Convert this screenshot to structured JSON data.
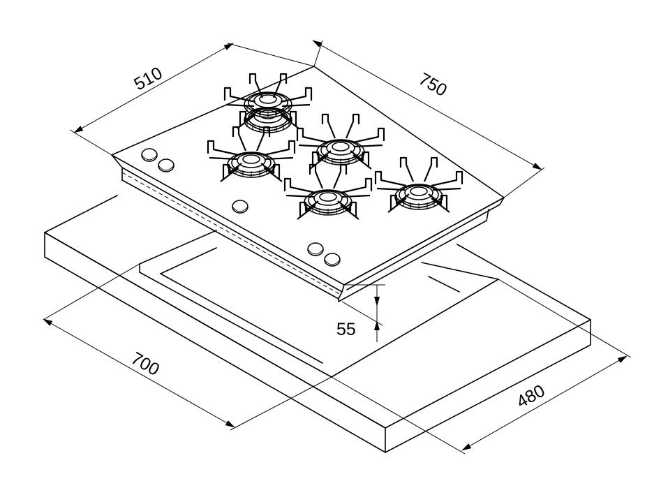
{
  "dimensions": {
    "hob_depth": "510",
    "hob_width": "750",
    "hob_height": "55",
    "cutout_width": "700",
    "cutout_depth": "480"
  },
  "colors": {
    "line": "#000000",
    "background": "#ffffff"
  },
  "parts": {
    "burners": [
      "burner-rear-left",
      "burner-mid-left",
      "burner-mid-right",
      "burner-front-left",
      "burner-front-right"
    ],
    "knobs": 5
  }
}
